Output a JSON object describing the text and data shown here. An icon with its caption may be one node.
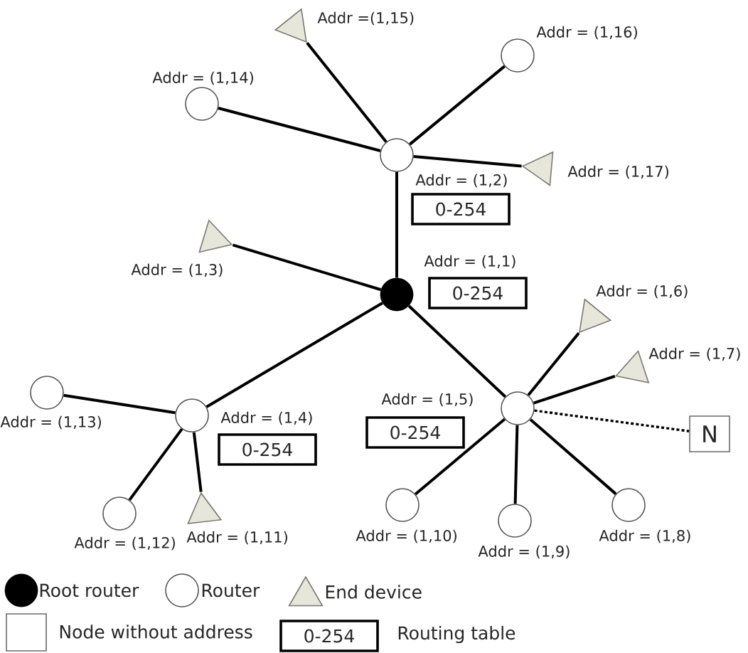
{
  "diagram": {
    "nodes": [
      {
        "text": [],
        "shape": "triangle",
        "beside": [
          "Addr =(1,15)"
        ]
      },
      {
        "text": [],
        "shape": "circle",
        "beside": [
          "Addr = (1,16)"
        ]
      },
      {
        "text": [],
        "shape": "circle",
        "beside": [
          "Addr = (1,14)"
        ]
      },
      {
        "text": [],
        "shape": "circle",
        "beside": [
          "Addr = (1,2)"
        ]
      },
      {
        "text": [],
        "shape": "triangle",
        "beside": [
          "Addr = (1,17)"
        ]
      },
      {
        "text": [
          "0-254"
        ]
      },
      {
        "text": [],
        "shape": "triangle",
        "beside": [
          "Addr = (1,3)"
        ]
      },
      {
        "text": [],
        "shape": "disc",
        "beside": [
          "Addr = (1,1)"
        ]
      },
      {
        "text": [
          "0-254"
        ]
      },
      {
        "text": [],
        "shape": "triangle",
        "beside": [
          "Addr = (1,6)"
        ]
      },
      {
        "text": [],
        "shape": "triangle",
        "beside": [
          "Addr = (1,7)"
        ]
      },
      {
        "text": [],
        "shape": "circle",
        "beside": [
          "Addr = (1,4)"
        ]
      },
      {
        "text": [],
        "shape": "circle",
        "beside": [
          "Addr = (1,13)"
        ]
      },
      {
        "text": [
          "0-254"
        ]
      },
      {
        "text": [],
        "shape": "circle"
      },
      {
        "text": [
          "0-254"
        ]
      },
      {
        "text": [
          "N"
        ]
      },
      {
        "text": [],
        "shape": "circle",
        "beside": [
          "Addr = (1,12)"
        ]
      },
      {
        "text": [],
        "shape": "triangle",
        "beside": [
          "Addr = (1,11)"
        ]
      },
      {
        "text": [],
        "shape": "circle",
        "beside": [
          "Addr = (1,10)"
        ]
      },
      {
        "text": [],
        "shape": "circle",
        "beside": [
          "Addr = (1,9)"
        ]
      },
      {
        "text": [],
        "shape": "circle",
        "beside": [
          "Addr = (1,8)"
        ]
      }
    ],
    "edges": [
      {
        "from": 3,
        "to": 0,
        "arrow": "none"
      },
      {
        "from": 3,
        "to": 1,
        "arrow": "none"
      },
      {
        "from": 3,
        "to": 2,
        "arrow": "none"
      },
      {
        "from": 3,
        "to": 4,
        "arrow": "none"
      },
      {
        "from": 7,
        "to": 3,
        "arrow": "none"
      },
      {
        "from": 7,
        "to": 6,
        "arrow": "none"
      },
      {
        "from": 7,
        "to": 11,
        "arrow": "none"
      },
      {
        "from": 7,
        "to": 14,
        "arrow": "none"
      },
      {
        "from": 11,
        "to": 12,
        "arrow": "none"
      },
      {
        "from": 11,
        "to": 17,
        "arrow": "none"
      },
      {
        "from": 11,
        "to": 18,
        "arrow": "none"
      },
      {
        "from": 14,
        "to": 9,
        "arrow": "none"
      },
      {
        "from": 14,
        "to": 10,
        "arrow": "none"
      },
      {
        "from": 14,
        "to": 16,
        "arrow": "none",
        "style": "dashed"
      },
      {
        "from": 14,
        "to": 19,
        "arrow": "none"
      },
      {
        "from": 14,
        "to": 20,
        "arrow": "none"
      },
      {
        "from": 14,
        "to": 21,
        "arrow": "none"
      }
    ],
    "labels": [
      "Addr = (1,5)",
      "0-254"
    ],
    "legend": [
      {
        "text": "Root router"
      },
      {
        "text": "Router"
      },
      {
        "text": "End device"
      },
      {
        "text": "Node without address"
      },
      {
        "text": "Routing table"
      }
    ]
  }
}
